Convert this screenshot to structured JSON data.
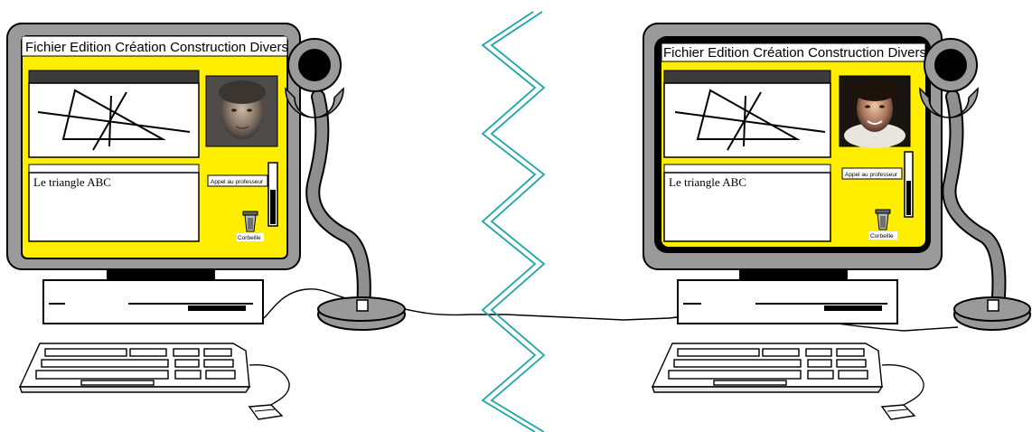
{
  "menu_bar": "Fichier  Edition Création Construction Divers",
  "document_text": "Le triangle ABC",
  "call_button": "Appel au professeur",
  "trash_label": "Corbeille",
  "colors": {
    "screen": "#ffee00",
    "monitor": "#9a9a9a",
    "link": "#1aa6a6"
  },
  "icons": [
    "webcam-icon",
    "trash-icon",
    "keyboard-icon",
    "mouse-icon"
  ]
}
